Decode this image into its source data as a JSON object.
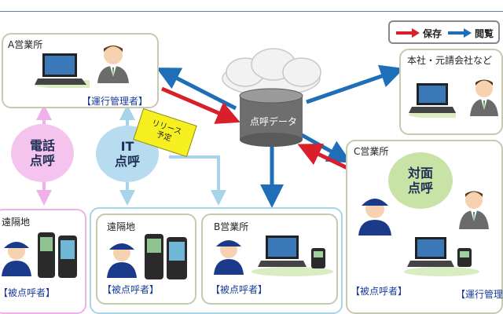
{
  "legend": {
    "store": "保存",
    "view": "閲覧"
  },
  "a_office": {
    "title": "A営業所",
    "role": "【運行管理者】"
  },
  "hq": {
    "title": "本社・元請会社など"
  },
  "c_office": {
    "title": "C営業所",
    "method": [
      "対面",
      "点呼"
    ],
    "role_left": "【被点呼者】",
    "role_right": "【運行管理者】"
  },
  "database": {
    "label": "点呼データ"
  },
  "phone_method": [
    "電話",
    "点呼"
  ],
  "it_method": [
    "IT",
    "点呼"
  ],
  "release_tag": [
    "リリース",
    "予定"
  ],
  "remote1": {
    "title": "遠隔地",
    "role": "【被点呼者】"
  },
  "remote2": {
    "title": "遠隔地",
    "role": "【被点呼者】"
  },
  "b_office": {
    "title": "B営業所",
    "role": "【被点呼者】"
  },
  "colors": {
    "store_arrow": "#d81f2a",
    "view_arrow": "#1f6fb8",
    "phone_circle": "#f5c4ee",
    "it_circle": "#b8dcef",
    "face_circle": "#c9e3a6"
  }
}
